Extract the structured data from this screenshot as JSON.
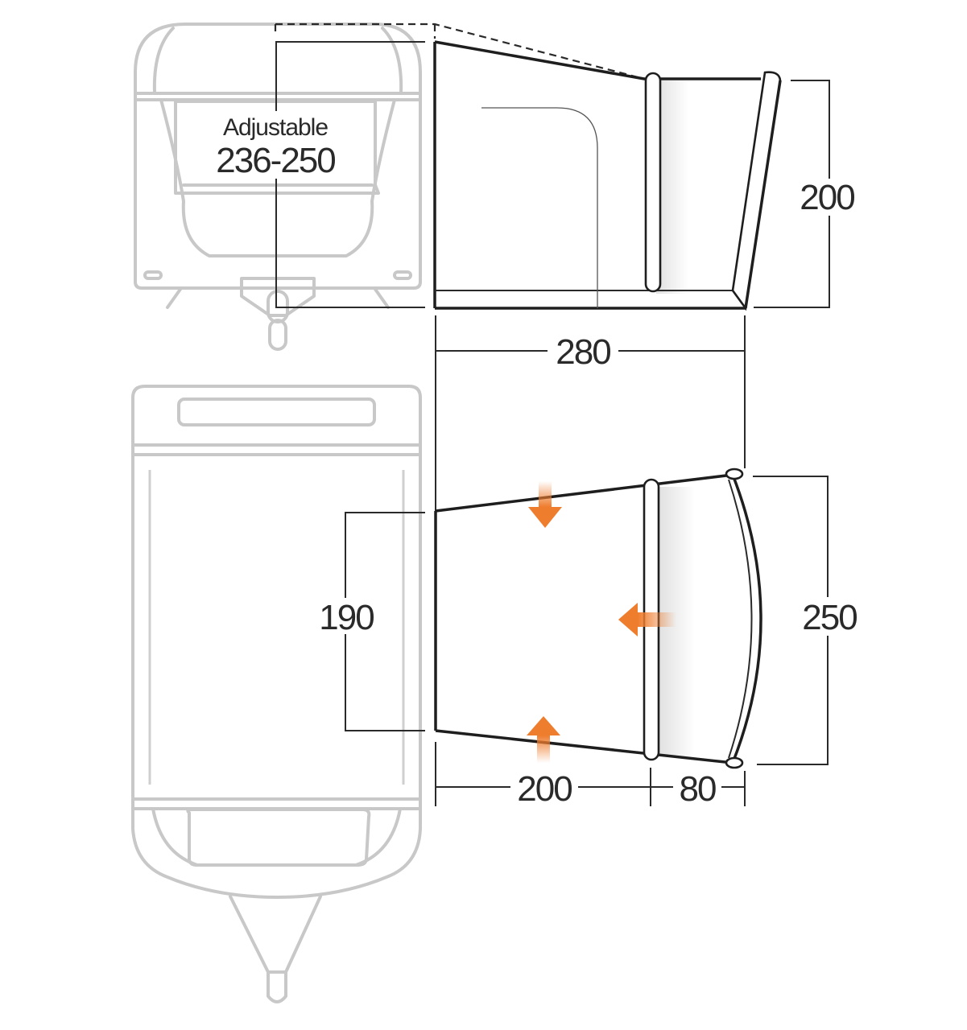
{
  "diagram": {
    "title": "Caravan awning dimension diagram",
    "colors": {
      "arrow": "#ef7d2e",
      "ink": "#1e1e1e",
      "ghost": "#c8c8c8",
      "background": "#ffffff"
    },
    "side_view": {
      "height_label_line1": "Adjustable",
      "height_label_line2": "236-250",
      "annex_height": "200",
      "total_depth": "280"
    },
    "plan_view": {
      "rear_width": "190",
      "front_width": "250",
      "main_depth": "200",
      "porch_depth": "80"
    },
    "arrows": [
      {
        "direction": "down",
        "name": "entrance-top"
      },
      {
        "direction": "left",
        "name": "entrance-front"
      },
      {
        "direction": "up",
        "name": "entrance-bottom"
      }
    ]
  }
}
